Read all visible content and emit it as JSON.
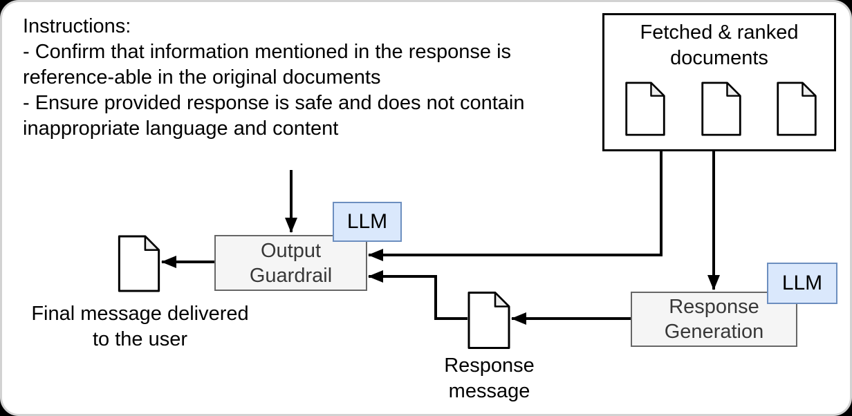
{
  "colors": {
    "llm_badge_fill": "#dae8fc",
    "llm_badge_border": "#6c8ebf",
    "process_box_fill": "#f5f5f5",
    "process_box_border": "#666666",
    "process_box_text": "#383838",
    "arrow": "#000000",
    "panel_background": "#ffffff",
    "panel_border": "#d2d2d2",
    "document_fold_fill": "#eeeeee"
  },
  "instructions": {
    "text": "Instructions:\n- Confirm that information mentioned in the response is\nreference-able in the original documents\n- Ensure provided response is safe and does not contain\ninappropriate language and content"
  },
  "fetched_documents": {
    "title": "Fetched & ranked\ndocuments",
    "icon": "document-icon",
    "document_count": 3
  },
  "output_guardrail": {
    "label": "Output\nGuardrail",
    "badge": "LLM"
  },
  "response_generation": {
    "label": "Response\nGeneration",
    "badge": "LLM"
  },
  "final_message": {
    "label": "Final message delivered\nto the user",
    "icon": "document-icon"
  },
  "response_message": {
    "label": "Response\nmessage",
    "icon": "document-icon"
  }
}
